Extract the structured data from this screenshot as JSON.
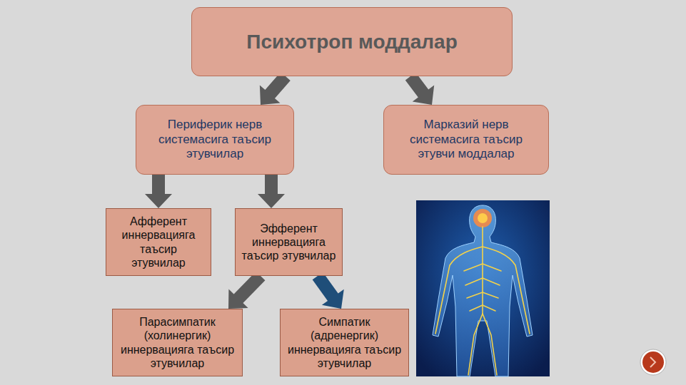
{
  "diagram": {
    "nodes": [
      {
        "text": [
          "Психотроп моддалар"
        ]
      },
      {
        "text": [
          "Периферик нерв системасига таъсир этувчилар"
        ]
      },
      {
        "text": [
          "Марказий нерв системасига таъсир этувчи моддалар"
        ]
      },
      {
        "text": [
          "Афферент иннервацияга таъсир этувчилар"
        ]
      },
      {
        "text": [
          "Эфферент иннервацияга таъсир этувчилар"
        ]
      },
      {
        "text": [
          "Парасимпатик (холинергик) иннервацияга таъсир этувчилар"
        ]
      },
      {
        "text": [
          "Симпатик (адренергик) иннервацияга таъсир этувчилар"
        ]
      }
    ],
    "edges": [
      {
        "from": 0,
        "to": 1,
        "arrow": "to"
      },
      {
        "from": 0,
        "to": 2,
        "arrow": "to"
      },
      {
        "from": 1,
        "to": 3,
        "arrow": "to"
      },
      {
        "from": 1,
        "to": 4,
        "arrow": "to"
      },
      {
        "from": 4,
        "to": 5,
        "arrow": "to"
      },
      {
        "from": 4,
        "to": 6,
        "arrow": "to"
      }
    ]
  }
}
